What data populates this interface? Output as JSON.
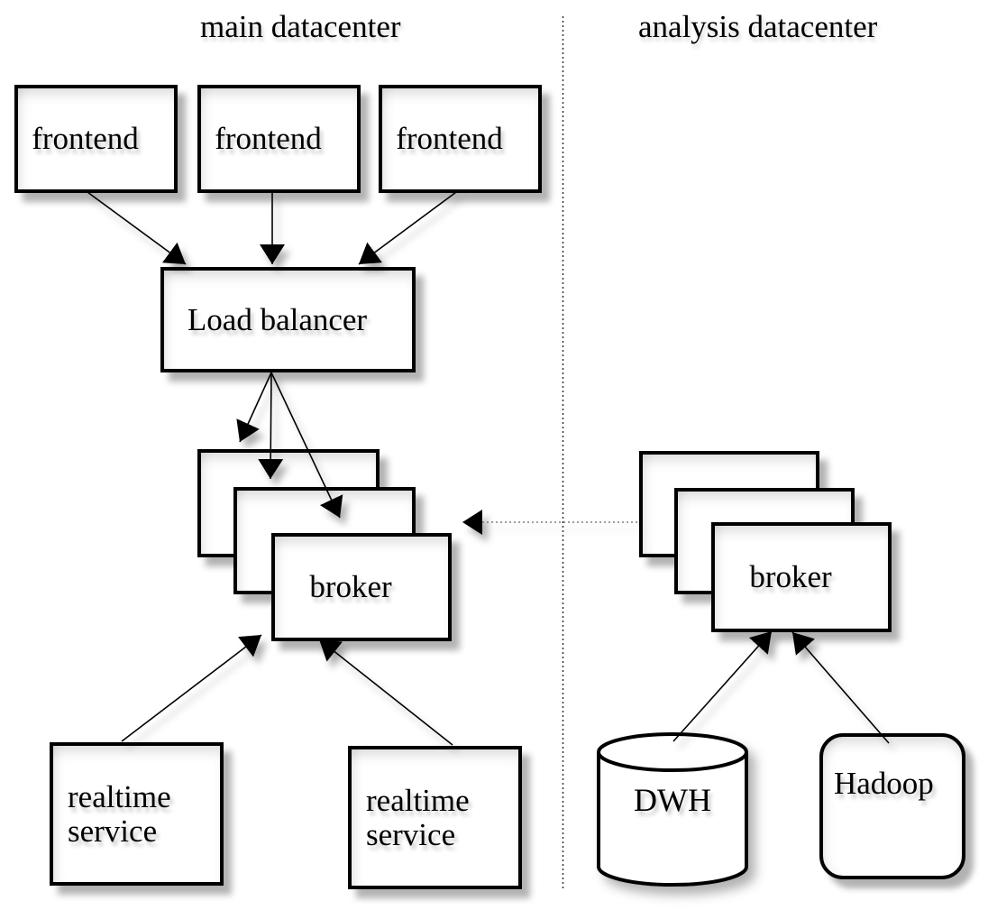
{
  "colors": {
    "stroke": "#000000",
    "background": "#ffffff",
    "divider": "#333333",
    "dotted_link": "#666666"
  },
  "headers": {
    "main": "main datacenter",
    "analysis": "analysis datacenter"
  },
  "nodes": {
    "frontend": "frontend",
    "load_balancer": "Load balancer",
    "broker": "broker",
    "realtime_service": "realtime service",
    "dwh": "DWH",
    "hadoop": "Hadoop"
  },
  "edges": [
    {
      "from": "frontend-1",
      "to": "load-balancer",
      "style": "solid-arrow"
    },
    {
      "from": "frontend-2",
      "to": "load-balancer",
      "style": "solid-arrow"
    },
    {
      "from": "frontend-3",
      "to": "load-balancer",
      "style": "solid-arrow"
    },
    {
      "from": "load-balancer",
      "to": "broker-main-stack-back",
      "style": "solid-arrow"
    },
    {
      "from": "load-balancer",
      "to": "broker-main-stack-middle",
      "style": "solid-arrow"
    },
    {
      "from": "load-balancer",
      "to": "broker-main-stack-front",
      "style": "solid-arrow"
    },
    {
      "from": "realtime-service-1",
      "to": "broker-main",
      "style": "solid-arrow"
    },
    {
      "from": "realtime-service-2",
      "to": "broker-main",
      "style": "solid-arrow"
    },
    {
      "from": "dwh",
      "to": "broker-analysis",
      "style": "solid-arrow"
    },
    {
      "from": "hadoop",
      "to": "broker-analysis",
      "style": "solid-arrow"
    },
    {
      "from": "broker-analysis",
      "to": "broker-main",
      "style": "dotted-arrow"
    }
  ]
}
